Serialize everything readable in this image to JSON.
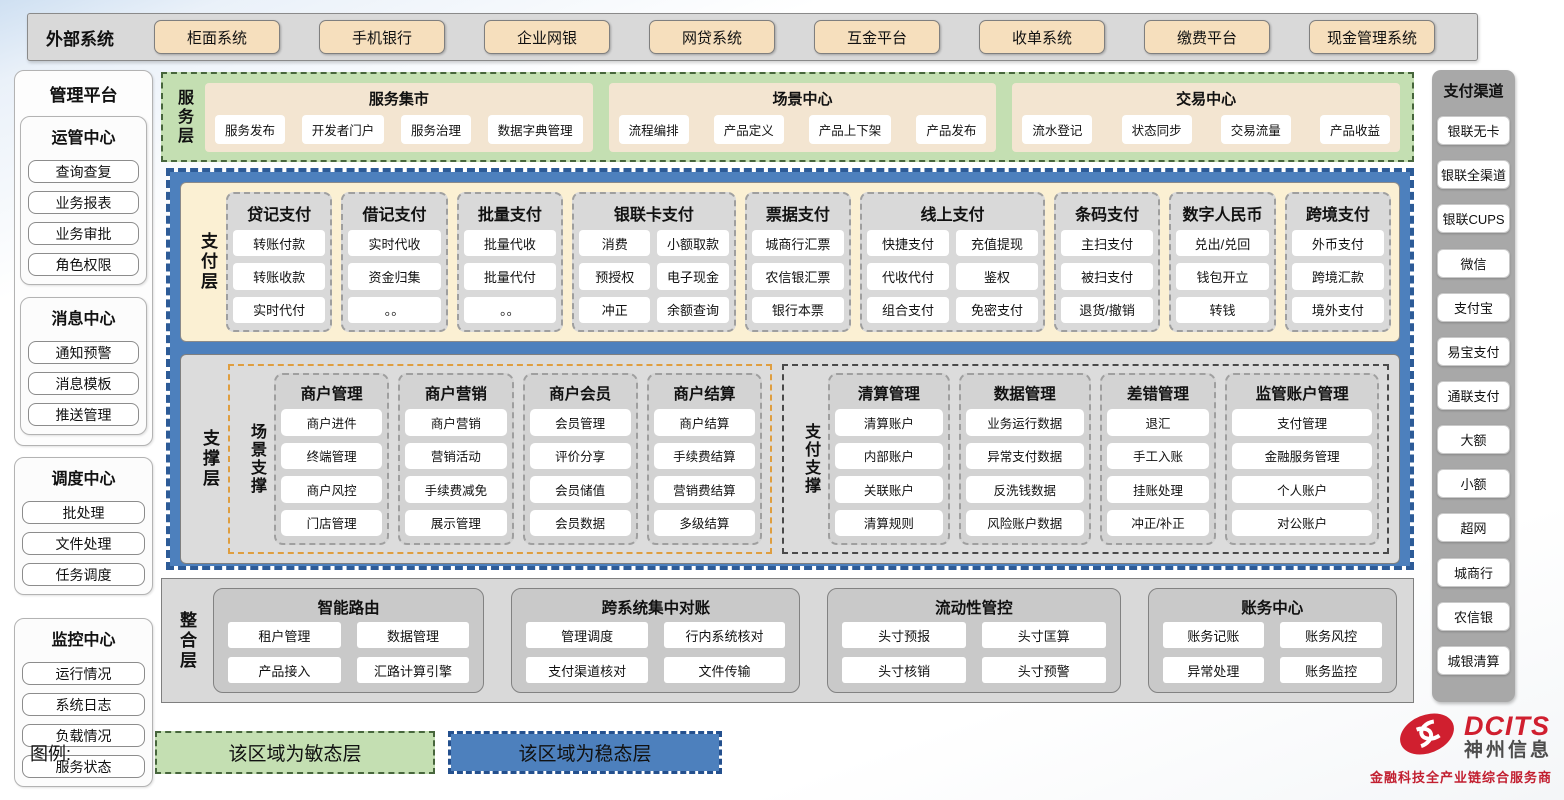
{
  "external": {
    "label": "外部系统",
    "items": [
      "柜面系统",
      "手机银行",
      "企业网银",
      "网贷系统",
      "互金平台",
      "收单系统",
      "缴费平台",
      "现金管理系统"
    ]
  },
  "management": {
    "title": "管理平台",
    "groups": [
      {
        "title": "运管中心",
        "items": [
          "查询查复",
          "业务报表",
          "业务审批",
          "角色权限"
        ]
      },
      {
        "title": "消息中心",
        "items": [
          "通知预警",
          "消息模板",
          "推送管理"
        ]
      },
      {
        "title": "调度中心",
        "items": [
          "批处理",
          "文件处理",
          "任务调度"
        ]
      },
      {
        "title": "监控中心",
        "items": [
          "运行情况",
          "系统日志",
          "负载情况",
          "服务状态"
        ]
      }
    ]
  },
  "service_layer": {
    "label": "服务层",
    "groups": [
      {
        "title": "服务集市",
        "items": [
          "服务发布",
          "开发者门户",
          "服务治理",
          "数据字典管理"
        ]
      },
      {
        "title": "场景中心",
        "items": [
          "流程编排",
          "产品定义",
          "产品上下架",
          "产品发布"
        ]
      },
      {
        "title": "交易中心",
        "items": [
          "流水登记",
          "状态同步",
          "交易流量",
          "产品收益"
        ]
      }
    ]
  },
  "payment_layer": {
    "label": "支付层",
    "columns": [
      {
        "title": "贷记支付",
        "items": [
          "转账付款",
          "转账收款",
          "实时代付"
        ]
      },
      {
        "title": "借记支付",
        "items": [
          "实时代收",
          "资金归集",
          "。。"
        ]
      },
      {
        "title": "批量支付",
        "items": [
          "批量代收",
          "批量代付",
          "。。"
        ]
      },
      {
        "title": "银联卡支付",
        "items": [
          "消费",
          "小额取款",
          "预授权",
          "电子现金",
          "冲正",
          "余额查询"
        ]
      },
      {
        "title": "票据支付",
        "items": [
          "城商行汇票",
          "农信银汇票",
          "银行本票"
        ]
      },
      {
        "title": "线上支付",
        "items": [
          "快捷支付",
          "充值提现",
          "代收代付",
          "鉴权",
          "组合支付",
          "免密支付"
        ]
      },
      {
        "title": "条码支付",
        "items": [
          "主扫支付",
          "被扫支付",
          "退货/撤销"
        ]
      },
      {
        "title": "数字人民币",
        "items": [
          "兑出/兑回",
          "钱包开立",
          "转钱"
        ]
      },
      {
        "title": "跨境支付",
        "items": [
          "外币支付",
          "跨境汇款",
          "境外支付"
        ]
      }
    ]
  },
  "support_layer": {
    "label": "支撑层",
    "sections": [
      {
        "label": "场景支撑",
        "columns": [
          {
            "title": "商户管理",
            "items": [
              "商户进件",
              "终端管理",
              "商户风控",
              "门店管理"
            ]
          },
          {
            "title": "商户营销",
            "items": [
              "商户营销",
              "营销活动",
              "手续费减免",
              "展示管理"
            ]
          },
          {
            "title": "商户会员",
            "items": [
              "会员管理",
              "评价分享",
              "会员储值",
              "会员数据"
            ]
          },
          {
            "title": "商户结算",
            "items": [
              "商户结算",
              "手续费结算",
              "营销费结算",
              "多级结算"
            ]
          }
        ]
      },
      {
        "label": "支付支撑",
        "columns": [
          {
            "title": "清算管理",
            "items": [
              "清算账户",
              "内部账户",
              "关联账户",
              "清算规则"
            ]
          },
          {
            "title": "数据管理",
            "items": [
              "业务运行数据",
              "异常支付数据",
              "反洗钱数据",
              "风险账户数据"
            ]
          },
          {
            "title": "差错管理",
            "items": [
              "退汇",
              "手工入账",
              "挂账处理",
              "冲正/补正"
            ]
          },
          {
            "title": "监管账户管理",
            "items": [
              "支付管理",
              "金融服务管理",
              "个人账户",
              "对公账户"
            ]
          }
        ]
      }
    ]
  },
  "integration_layer": {
    "label": "整合层",
    "groups": [
      {
        "title": "智能路由",
        "items": [
          "租户管理",
          "数据管理",
          "产品接入",
          "汇路计算引擎"
        ]
      },
      {
        "title": "跨系统集中对账",
        "items": [
          "管理调度",
          "行内系统核对",
          "支付渠道核对",
          "文件传输"
        ]
      },
      {
        "title": "流动性管控",
        "items": [
          "头寸预报",
          "头寸匡算",
          "头寸核销",
          "头寸预警"
        ]
      },
      {
        "title": "账务中心",
        "items": [
          "账务记账",
          "账务风控",
          "异常处理",
          "账务监控"
        ]
      }
    ]
  },
  "channels": {
    "title": "支付渠道",
    "items": [
      "银联无卡",
      "银联全渠道",
      "银联CUPS",
      "微信",
      "支付宝",
      "易宝支付",
      "通联支付",
      "大额",
      "小额",
      "超网",
      "城商行",
      "农信银",
      "城银清算"
    ]
  },
  "legend": {
    "label": "图例:",
    "agile": "该区域为敏态层",
    "stable": "该区域为稳态层"
  },
  "logo": {
    "brand": "DCITS",
    "company": "神州信息",
    "slogan": "金融科技全产业链综合服务商"
  },
  "colors": {
    "stable_blue": "#4d80bd",
    "agile_green": "#c4dfb2",
    "payment_cream": "#fbf0d3",
    "panel_gray": "#d9d9d9",
    "tan_button": "#f6dfbd",
    "brand_red": "#d01f2f"
  }
}
